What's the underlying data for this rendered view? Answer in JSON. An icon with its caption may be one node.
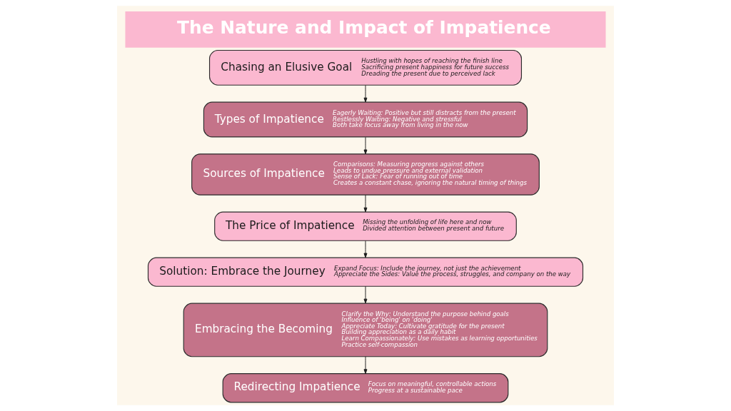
{
  "diagram": {
    "title": "The Nature and Impact of Impatience",
    "nodes": [
      {
        "text": [
          "Chasing an Elusive Goal",
          "Hustling with hopes of reaching the finish line",
          "Sacrificing present happiness for future success",
          "Dreading the present due to perceived lack"
        ]
      },
      {
        "text": [
          "Types of Impatience",
          "Eagerly Waiting: Positive but still distracts from the present",
          "Restlessly Waiting: Negative and stressful",
          "Both take focus away from living in the now"
        ]
      },
      {
        "text": [
          "Sources of Impatience",
          "Comparisons: Measuring progress against others",
          "Leads to undue pressure and external validation",
          "Sense of Lack: Fear of running out of time",
          "Creates a constant chase, ignoring the natural timing of things"
        ]
      },
      {
        "text": [
          "The Price of Impatience",
          "Missing the unfolding of life here and now",
          "Divided attention between present and future"
        ]
      },
      {
        "text": [
          "Solution: Embrace the Journey",
          "Expand Focus: Include the journey, not just the achievement",
          "Appreciate the Sides: Value the process, struggles, and company on the way"
        ]
      },
      {
        "text": [
          "Embracing the Becoming",
          "Clarify the Why: Understand the purpose behind goals",
          "Influence of 'being' on 'doing'",
          "Appreciate Today: Cultivate gratitude for the present",
          "Building appreciation as a daily habit",
          "Learn Compassionately: Use mistakes as learning opportunities",
          "Practice self-compassion"
        ]
      },
      {
        "text": [
          "Redirecting Impatience",
          "Focus on meaningful, controllable actions",
          "Progress at a sustainable pace"
        ]
      }
    ],
    "edges": [
      {
        "from": 0,
        "to": 1,
        "arrow": "to"
      },
      {
        "from": 1,
        "to": 2,
        "arrow": "to"
      },
      {
        "from": 2,
        "to": 3,
        "arrow": "to"
      },
      {
        "from": 3,
        "to": 4,
        "arrow": "to"
      },
      {
        "from": 4,
        "to": 5,
        "arrow": "to"
      },
      {
        "from": 5,
        "to": 6,
        "arrow": "to"
      }
    ]
  }
}
